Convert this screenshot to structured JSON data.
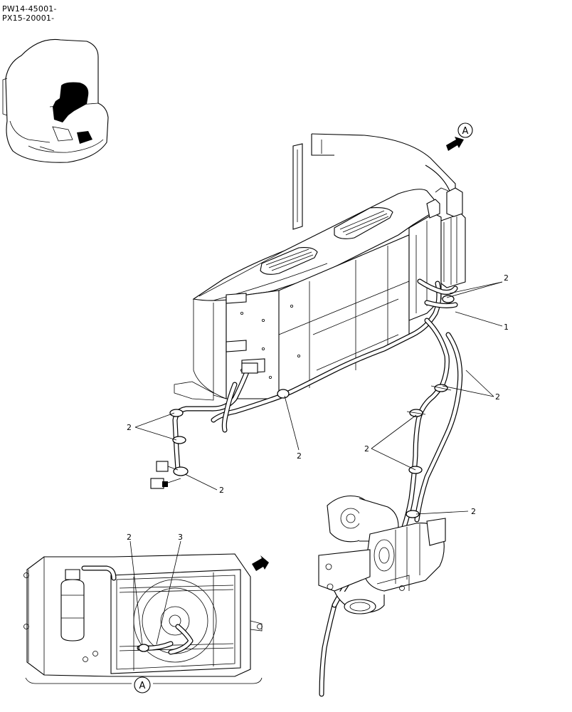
{
  "header": {
    "serial_1": "PW14-45001-",
    "serial_2": "PX15-20001-"
  },
  "view_marker": {
    "label": "A"
  },
  "detail_view": {
    "label": "A"
  },
  "callouts": [
    {
      "id": "c1",
      "text": "2"
    },
    {
      "id": "c2",
      "text": "1"
    },
    {
      "id": "c3",
      "text": "2"
    },
    {
      "id": "c4",
      "text": "2"
    },
    {
      "id": "c5",
      "text": "2"
    },
    {
      "id": "c6",
      "text": "2"
    },
    {
      "id": "c7",
      "text": "2"
    },
    {
      "id": "c8",
      "text": "2"
    },
    {
      "id": "c9",
      "text": "2"
    },
    {
      "id": "c10",
      "text": "3"
    }
  ]
}
